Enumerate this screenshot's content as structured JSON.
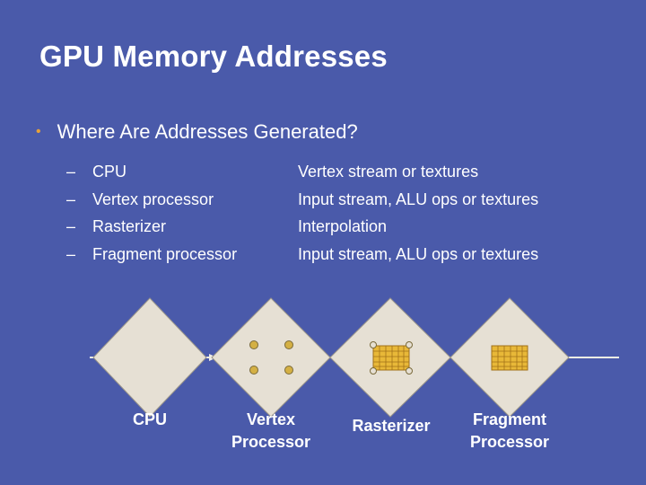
{
  "slide": {
    "title": "GPU Memory Addresses",
    "bullet": "Where Are Addresses Generated?",
    "dash": "–",
    "rows": [
      {
        "stage": "CPU",
        "source": "Vertex stream or textures"
      },
      {
        "stage": "Vertex processor",
        "source": "Input stream, ALU ops or textures"
      },
      {
        "stage": "Rasterizer",
        "source": "Interpolation"
      },
      {
        "stage": "Fragment processor",
        "source": "Input stream, ALU ops or textures"
      }
    ]
  },
  "diagram": {
    "captions": {
      "cpu": "CPU",
      "vertex": "Vertex\nProcessor",
      "rasterizer": "Rasterizer",
      "fragment": "Fragment\nProcessor"
    },
    "colors": {
      "background": "#4a5aaa",
      "diamond_fill": "#e6e0d4",
      "diamond_stroke": "#9a958a",
      "connector": "#f0ece4",
      "vertex_dot": "#d4b044",
      "grid_fill": "#e8b838",
      "grid_line": "#a07018",
      "bullet": "#e8a23a"
    }
  }
}
